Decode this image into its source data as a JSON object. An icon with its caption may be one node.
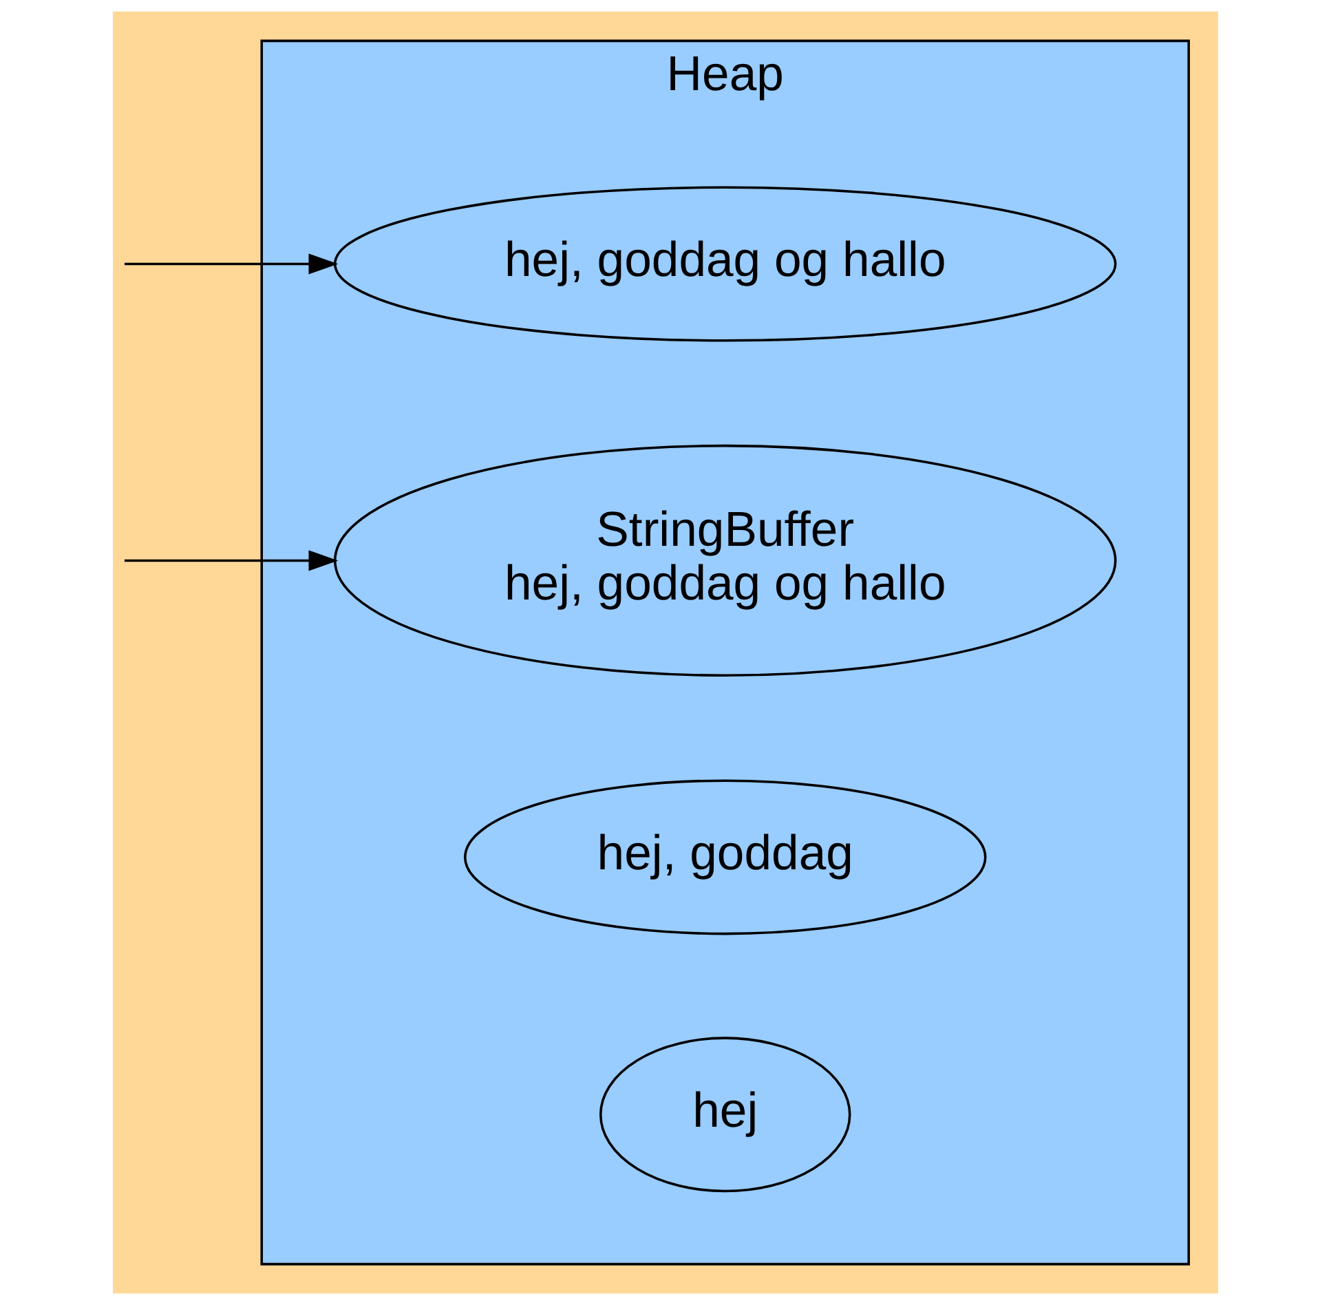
{
  "diagram": {
    "nodes": [
      {
        "text": [
          "Heap"
        ]
      },
      {
        "text": [
          "hej"
        ],
        "in": 0
      },
      {
        "text": [
          "hej, goddag"
        ],
        "in": 0
      },
      {
        "text": [
          "hej, goddag og hallo"
        ],
        "in": 0
      },
      {
        "text": [
          "StringBuffer",
          "hej, goddag og hallo"
        ],
        "in": 0
      }
    ],
    "edges": [
      {
        "from": null,
        "to": 3,
        "arrow": "to"
      },
      {
        "from": null,
        "to": 4,
        "arrow": "to"
      }
    ]
  }
}
